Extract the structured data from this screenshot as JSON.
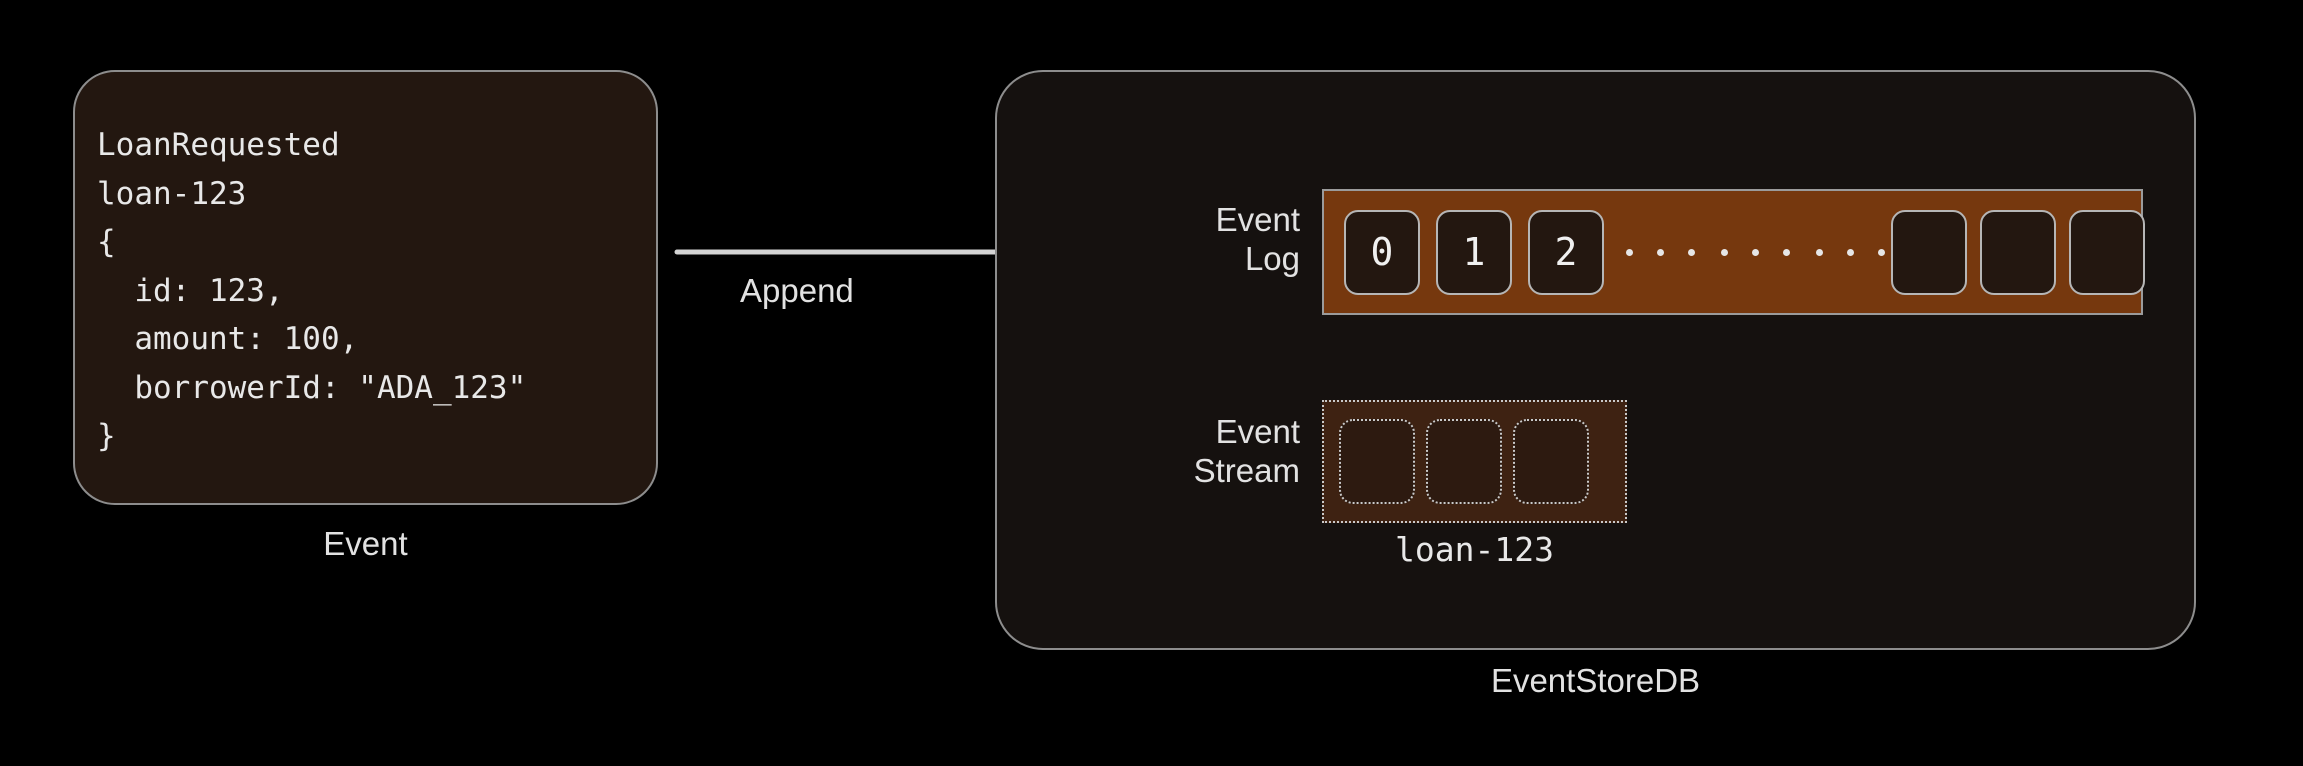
{
  "event_card": {
    "code": "LoanRequested\nloan-123\n{\n  id: 123,\n  amount: 100,\n  borrowerId: \"ADA_123\"\n}",
    "caption": "Event"
  },
  "arrow": {
    "label": "Append",
    "stroke_color": "#d4d4d4"
  },
  "eventstore": {
    "caption": "EventStoreDB",
    "border_color": "#8d8d8d",
    "fill_color": "#15110f",
    "event_log": {
      "label": "Event\nLog",
      "bar_color": "#76380E",
      "cells": [
        "0",
        "1",
        "2"
      ],
      "ellipsis_groups": [
        [
          "dot",
          "dot",
          "dot"
        ],
        [
          "dot",
          "dot",
          "dot"
        ],
        [
          "dot",
          "dot",
          "dot"
        ]
      ],
      "empty_cells": [
        "",
        "",
        ""
      ]
    },
    "event_stream": {
      "label": "Event\nStream",
      "box_color": "#3E2212",
      "cells": [
        "",
        "",
        ""
      ],
      "caption": "loan-123"
    }
  }
}
